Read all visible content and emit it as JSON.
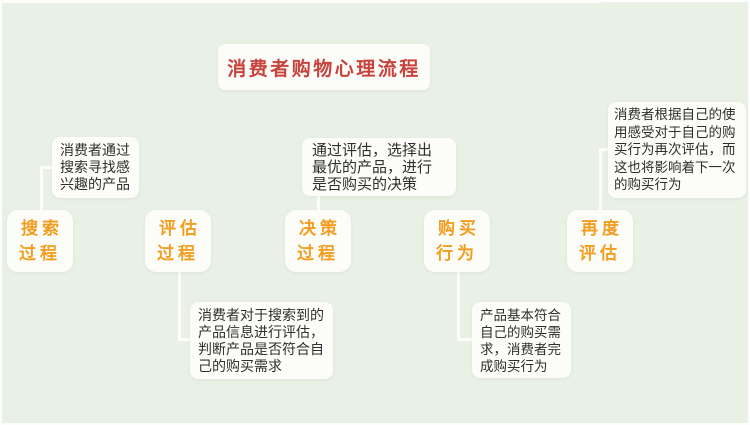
{
  "title": "消费者购物心理流程",
  "diagram_type": "flowchart-mindmap",
  "colors": {
    "background": "#e9f0e6",
    "box_background": "#fcfcf9",
    "connector_line": "#fcfcf8",
    "title_text": "#c8433d",
    "node_text": "#f39d1e",
    "note_text": "#2f2f2f"
  },
  "flow": {
    "steps": [
      {
        "label": "搜索过程",
        "label_lines": "搜索\n过程",
        "note": "消费者通过搜索寻找感兴趣的产品",
        "note_lines": "消费者通过\n搜索寻找感\n兴趣的产品",
        "note_position": "above"
      },
      {
        "label": "评估过程",
        "label_lines": "评估\n过程",
        "note": "消费者对于搜索到的产品信息进行评估，判断产品是否符合自己的购买需求",
        "note_lines": "消费者对于搜索到的\n产品信息进行评估，\n判断产品是否符合自\n己的购买需求",
        "note_position": "below"
      },
      {
        "label": "决策过程",
        "label_lines": "决策\n过程",
        "note": "通过评估，选择出最优的产品，进行是否购买的决策",
        "note_lines": "通过评估，选择出\n最优的产品，进行\n是否购买的决策",
        "note_position": "above"
      },
      {
        "label": "购买行为",
        "label_lines": "购买\n行为",
        "note": "产品基本符合自己的购买需求，消费者完成购买行为",
        "note_lines": "产品基本符合\n自己的购买需\n求，消费者完\n成购买行为",
        "note_position": "below"
      },
      {
        "label": "再度评估",
        "label_lines": "再度\n评估",
        "note": "消费者根据自己的使用感受对于自己的购买行为再次评估，而这也将影响着下一次的购买行为",
        "note_lines": "消费者根据自己的使\n用感受对于自己的购\n买行为再次评估，而\n这也将影响着下一次\n的购买行为",
        "note_position": "above"
      }
    ]
  }
}
